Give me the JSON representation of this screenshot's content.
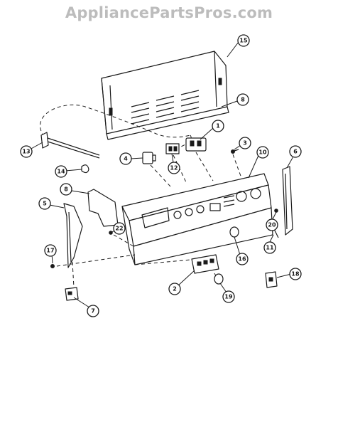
{
  "watermark": "AppliancePartsPros.com",
  "callouts": [
    "1",
    "2",
    "3",
    "4",
    "5",
    "6",
    "7",
    "8",
    "8",
    "10",
    "11",
    "12",
    "13",
    "14",
    "15",
    "16",
    "17",
    "18",
    "19",
    "20",
    "22"
  ]
}
